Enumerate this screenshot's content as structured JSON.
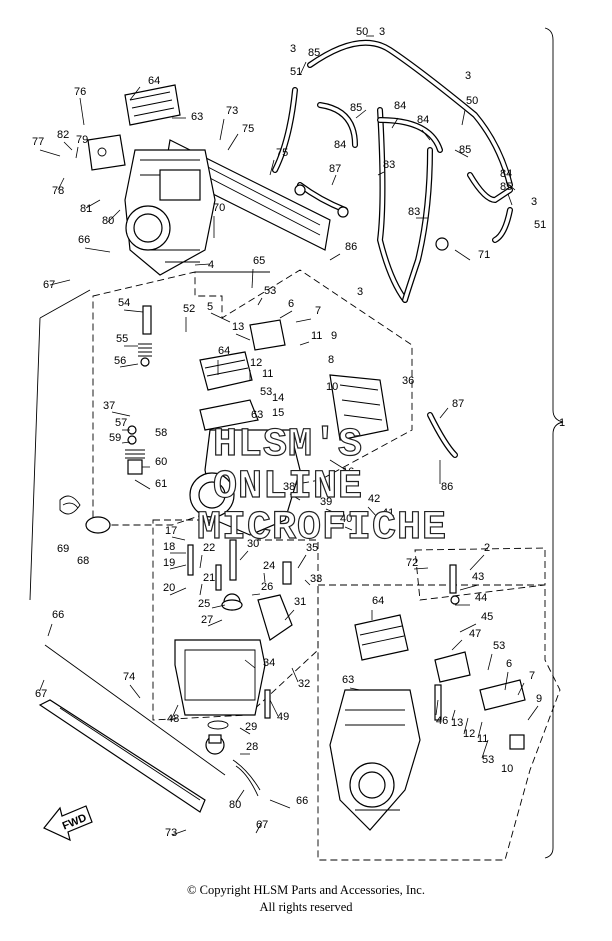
{
  "watermark": {
    "line1": "HLSM'S",
    "line2": "ONLINE",
    "line3": "MICROFICHE"
  },
  "direction_label": "FWD",
  "bracket_label": "1",
  "callouts": [
    "64",
    "76",
    "63",
    "73",
    "75",
    "77",
    "82",
    "79",
    "78",
    "81",
    "80",
    "75",
    "70",
    "66",
    "4",
    "67",
    "65",
    "53",
    "5",
    "52",
    "6",
    "7",
    "3",
    "54",
    "13",
    "11",
    "9",
    "55",
    "64",
    "12",
    "8",
    "56",
    "11",
    "10",
    "53",
    "36",
    "37",
    "63",
    "14",
    "57",
    "58",
    "15",
    "59",
    "60",
    "61",
    "69",
    "68",
    "42",
    "41",
    "17",
    "18",
    "22",
    "30",
    "35",
    "19",
    "21",
    "24",
    "33",
    "20",
    "26",
    "31",
    "25",
    "27",
    "34",
    "32",
    "66",
    "67",
    "74",
    "48",
    "49",
    "29",
    "28",
    "80",
    "66",
    "73",
    "67",
    "50",
    "3",
    "85",
    "3",
    "51",
    "84",
    "85",
    "84",
    "84",
    "3",
    "50",
    "83",
    "85",
    "87",
    "84",
    "85",
    "83",
    "3",
    "51",
    "86",
    "71",
    "87",
    "86",
    "2",
    "72",
    "43",
    "44",
    "64",
    "45",
    "47",
    "53",
    "6",
    "7",
    "63",
    "46",
    "13",
    "12",
    "11",
    "9",
    "53",
    "10",
    "16",
    "39",
    "40",
    "38"
  ],
  "copyright_line1": "© Copyright HLSM Parts and Accessories, Inc.",
  "copyright_line2": "All rights reserved"
}
